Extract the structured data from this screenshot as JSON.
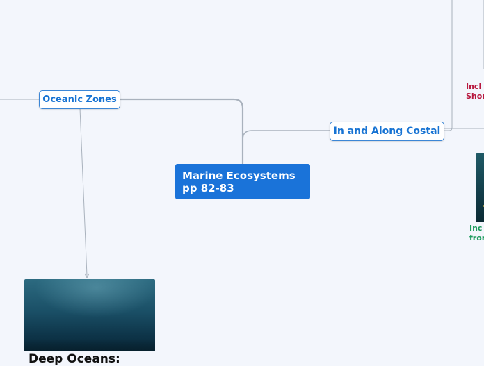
{
  "central": {
    "line1": "Marine Ecosystems",
    "line2": "pp 82-83"
  },
  "nodes": {
    "oceanic_zones": "Oceanic Zones",
    "in_along_costal": "In and Along Costal"
  },
  "deep_oceans": {
    "label": "Deep Oceans:"
  },
  "right_red_text": {
    "line1": "Incl",
    "line2": "Shor"
  },
  "right_green_text": {
    "line1": "Inc",
    "line2": "fror"
  },
  "colors": {
    "background": "#f3f6fc",
    "central_fill": "#1a73d9",
    "node_border": "#3b86d6",
    "node_text": "#1773d3",
    "connector": "#a9b2bd",
    "red_text": "#b8193f",
    "green_text": "#1b9a5b"
  }
}
